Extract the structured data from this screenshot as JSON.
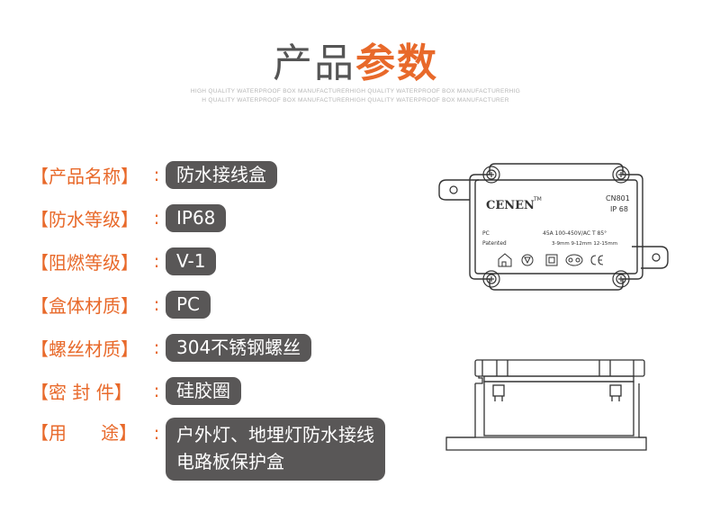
{
  "header": {
    "title_part1": "产品",
    "title_part2": "参数",
    "subtitle_line1": "HIGH QUALITY WATERPROOF BOX MANUFACTURERHIGH QUALITY WATERPROOF BOX MANUFACTURERHIG",
    "subtitle_line2": "H QUALITY WATERPROOF BOX MANUFACTURERHIGH QUALITY WATERPROOF BOX MANUFACTURER"
  },
  "specs": [
    {
      "label": "【产品名称】",
      "colon": ":",
      "value": "防水接线盒"
    },
    {
      "label": "【防水等级】",
      "colon": ":",
      "value": "IP68"
    },
    {
      "label": "【阻燃等级】",
      "colon": ":",
      "value": "V-1"
    },
    {
      "label": "【盒体材质】",
      "colon": ":",
      "value": "PC"
    },
    {
      "label": "【螺丝材质】",
      "colon": ":",
      "value": "304不锈钢螺丝"
    },
    {
      "label": "【密 封 件】",
      "colon": ":",
      "value": "硅胶圈"
    },
    {
      "label": "【用      途】",
      "colon": ":",
      "value_line1": "户外灯、地埋灯防水接线",
      "value_line2": "电路板保护盒"
    }
  ],
  "product_label": {
    "brand": "CENEN",
    "trademark": "TM",
    "model": "CN801",
    "ip": "IP 68",
    "material": "PC",
    "patented": "Patented",
    "rating": "45A 100-450V/AC  T 85°",
    "cable": "3-9mm  9-12mm  12-15mm"
  }
}
